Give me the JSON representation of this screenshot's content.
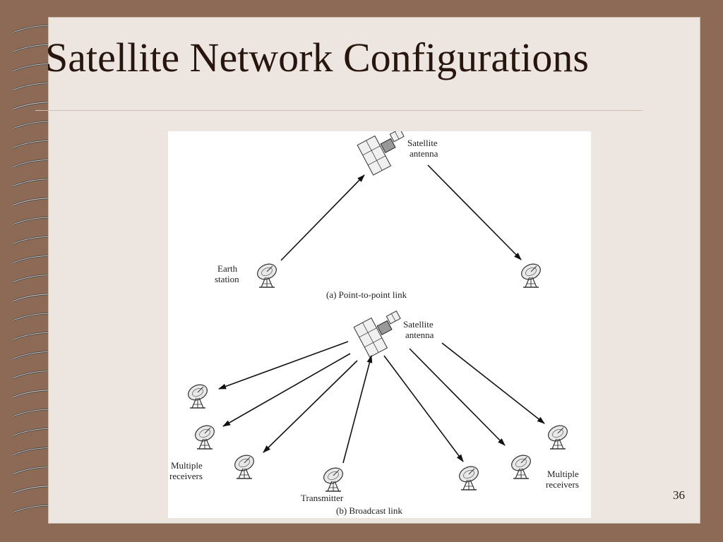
{
  "slide": {
    "title": "Satellite Network Configurations",
    "page_number": "36"
  },
  "diagram": {
    "panel_a": {
      "caption": "(a) Point-to-point link",
      "satellite_label_line1": "Satellite",
      "satellite_label_line2": "antenna",
      "earth_station_line1": "Earth",
      "earth_station_line2": "station"
    },
    "panel_b": {
      "caption": "(b) Broadcast link",
      "satellite_label_line1": "Satellite",
      "satellite_label_line2": "antenna",
      "transmitter": "Transmitter",
      "receivers_left_line1": "Multiple",
      "receivers_left_line2": "receivers",
      "receivers_right_line1": "Multiple",
      "receivers_right_line2": "receivers"
    }
  },
  "colors": {
    "frame": "#8c6a55",
    "slide_bg": "#ede5df",
    "title": "#26160e"
  }
}
